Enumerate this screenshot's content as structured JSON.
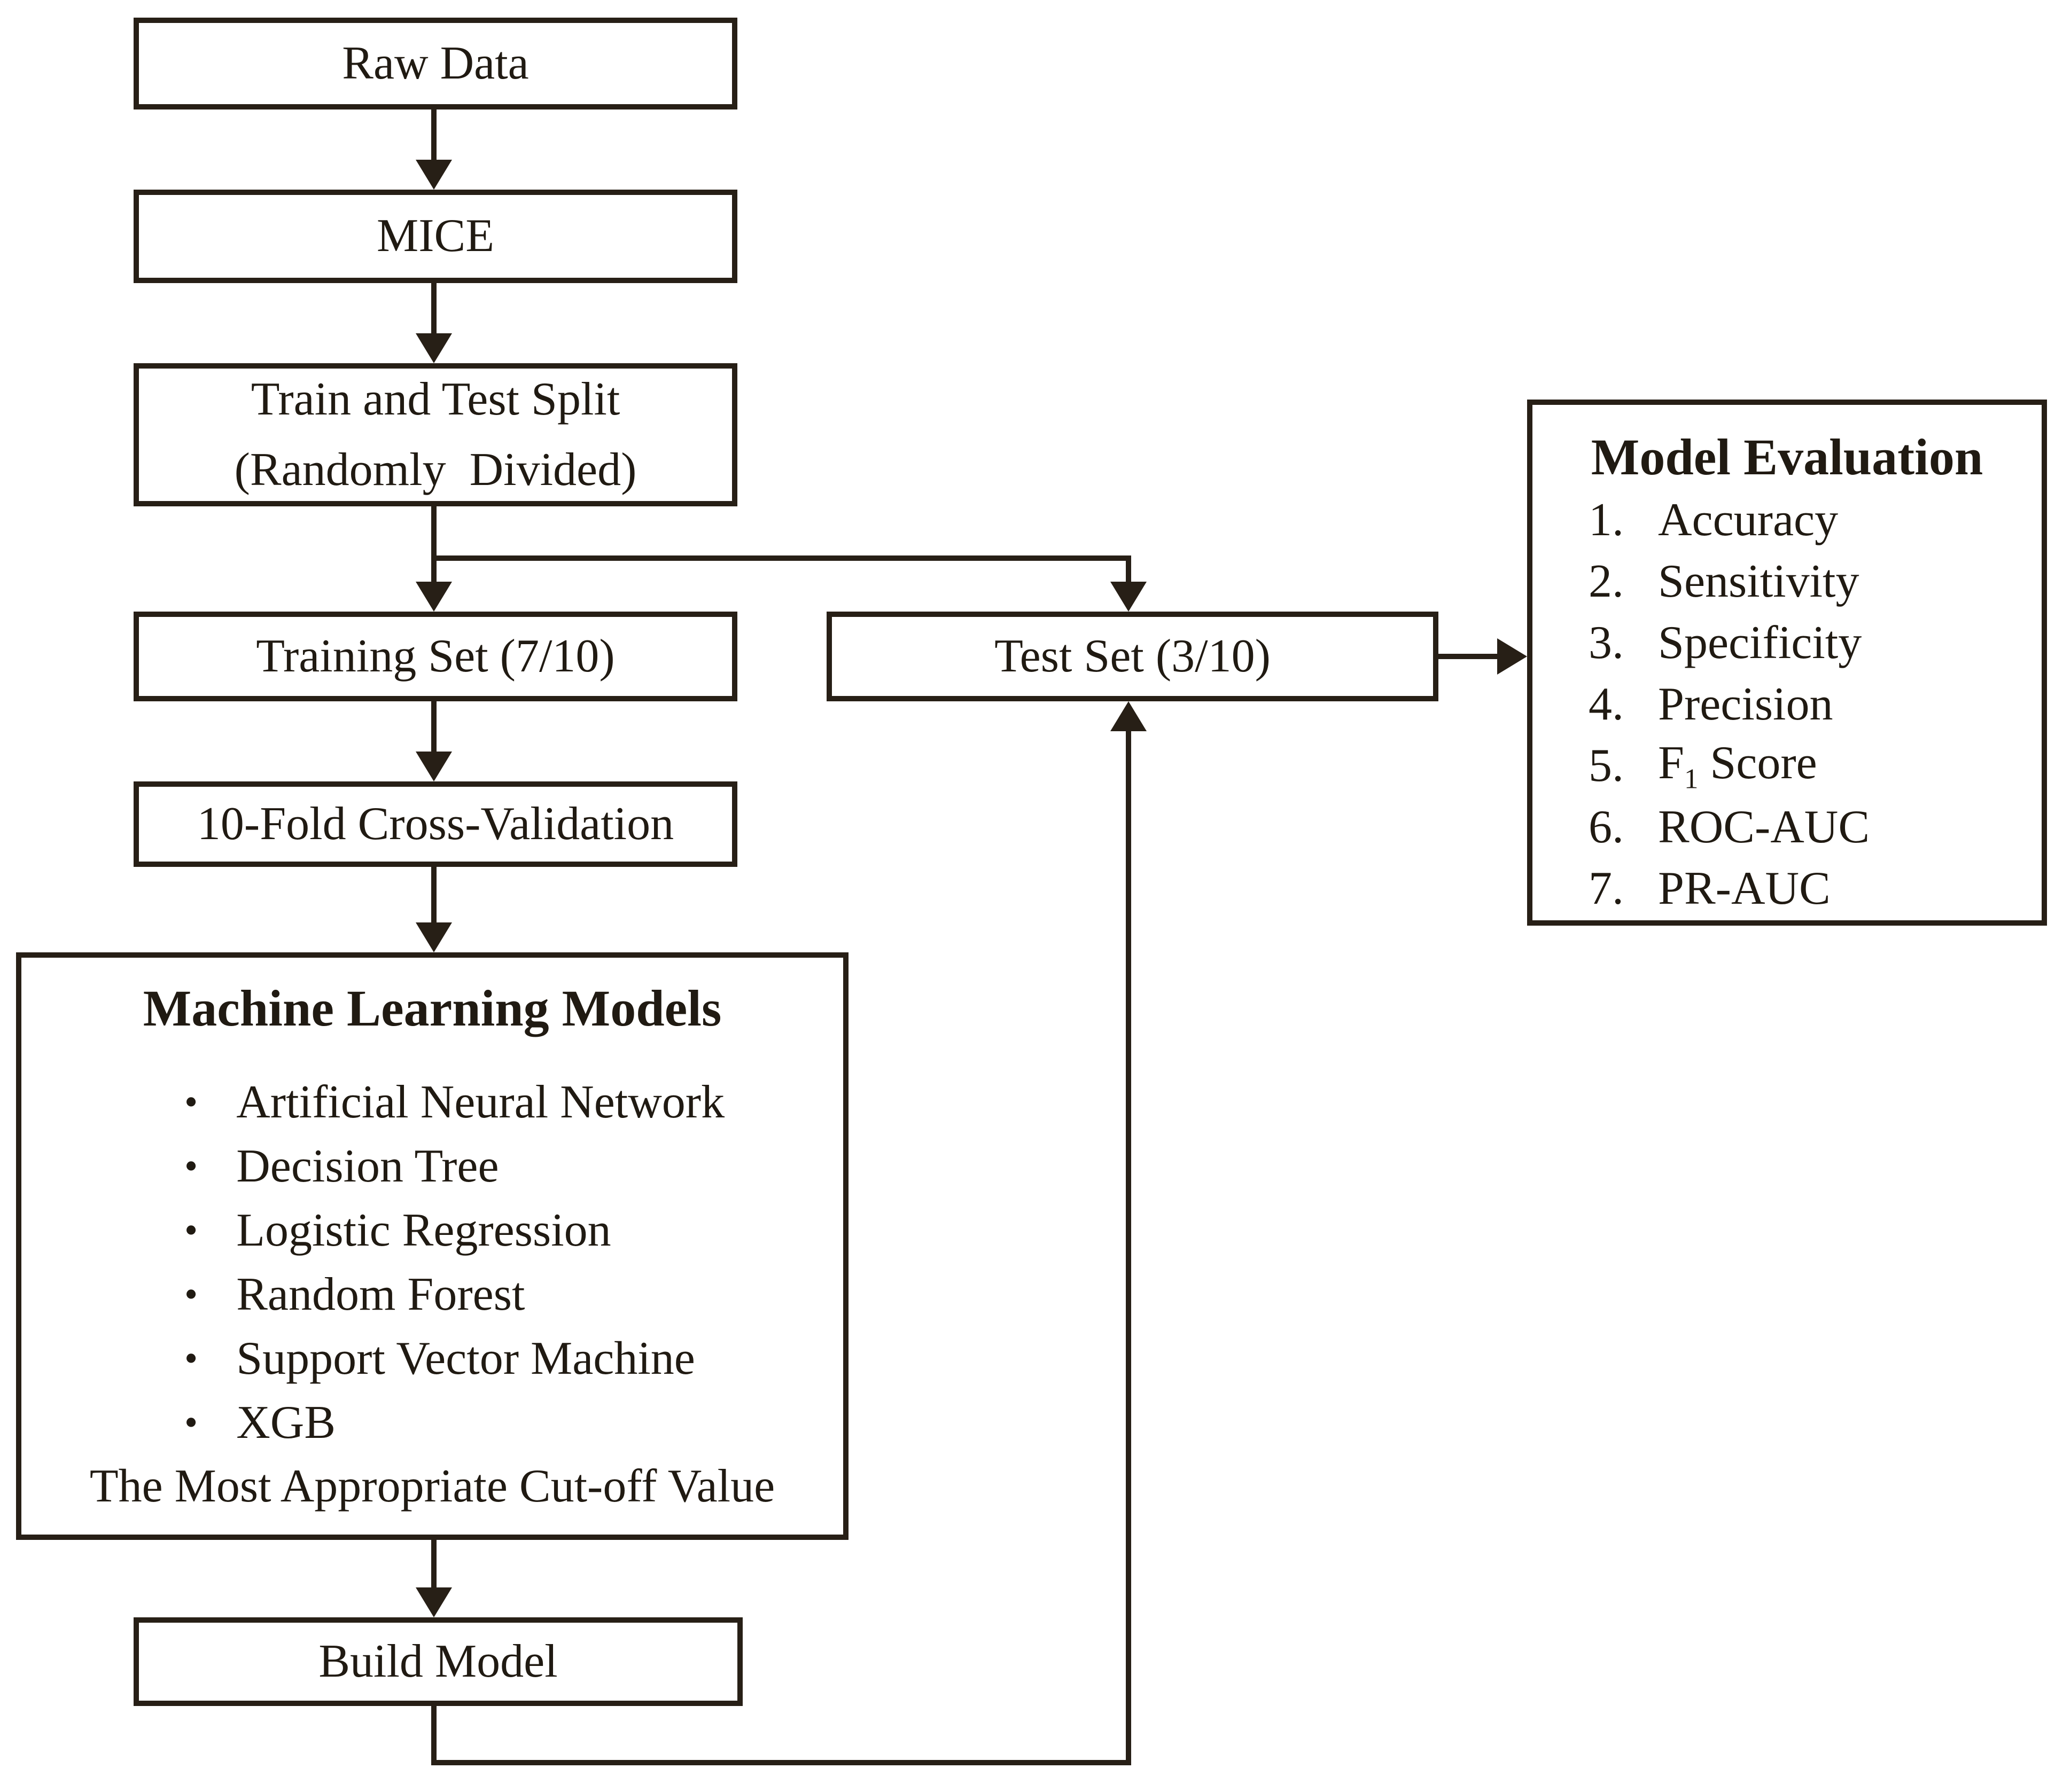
{
  "colors": {
    "ink": "#271f16",
    "background": "#ffffff",
    "text": "#201a12"
  },
  "nodes": {
    "raw_data": {
      "label": "Raw Data"
    },
    "mice": {
      "label": "MICE"
    },
    "split": {
      "line1": "Train and Test Split",
      "line2": "(Randomly  Divided)"
    },
    "training_set": {
      "label": "Training Set (7/10)"
    },
    "test_set": {
      "label": "Test Set (3/10)"
    },
    "cross_validation": {
      "label": "10-Fold Cross-Validation"
    },
    "ml_models": {
      "title": "Machine Learning Models",
      "bullet_char": "•",
      "items": [
        "Artificial Neural Network",
        "Decision Tree",
        "Logistic Regression",
        "Random Forest",
        "Support Vector Machine",
        "XGB"
      ],
      "footer": "The Most Appropriate Cut-off Value"
    },
    "build_model": {
      "label": "Build Model"
    },
    "model_evaluation": {
      "title": "Model Evaluation",
      "items": [
        {
          "num": "1.",
          "label": "Accuracy"
        },
        {
          "num": "2.",
          "label": "Sensitivity"
        },
        {
          "num": "3.",
          "label": "Specificity"
        },
        {
          "num": "4.",
          "label": "Precision"
        },
        {
          "num": "5.",
          "base": "F",
          "sub": "1",
          "rest": " Score"
        },
        {
          "num": "6.",
          "label": "ROC-AUC"
        },
        {
          "num": "7.",
          "label": "PR-AUC"
        }
      ]
    }
  }
}
